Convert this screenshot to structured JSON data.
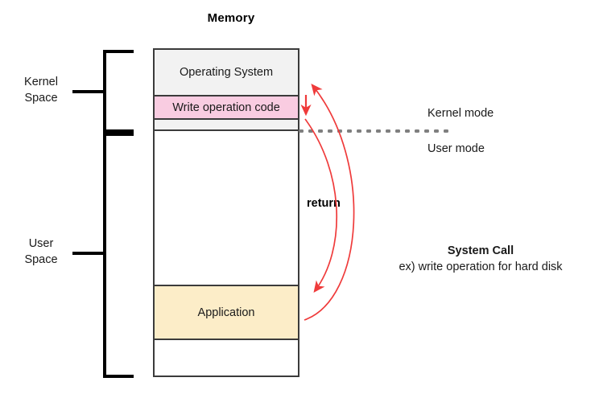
{
  "diagram": {
    "title": "Memory",
    "accent_red": "#ef3b3b",
    "divider_gray": "#7f7f7f",
    "border_dark": "#3b3b3b"
  },
  "memory": {
    "rows": [
      {
        "label": "Operating System",
        "fill": "#f2f2f2"
      },
      {
        "label": "Write operation code",
        "fill": "#f9cce1"
      },
      {
        "label": "",
        "fill": "#f2f2f2"
      },
      {
        "label": "",
        "fill": "#ffffff"
      },
      {
        "label": "Application",
        "fill": "#fcedc8"
      },
      {
        "label": "",
        "fill": "#ffffff"
      }
    ]
  },
  "braces": {
    "kernel_space": "Kernel\nSpace",
    "kernel_space_line1": "Kernel",
    "kernel_space_line2": "Space",
    "user_space_line1": "User",
    "user_space_line2": "Space"
  },
  "modes": {
    "kernel": "Kernel mode",
    "user": "User mode"
  },
  "annotations": {
    "return": "return",
    "syscall_title": "System Call",
    "syscall_example": "ex) write operation for hard disk"
  }
}
